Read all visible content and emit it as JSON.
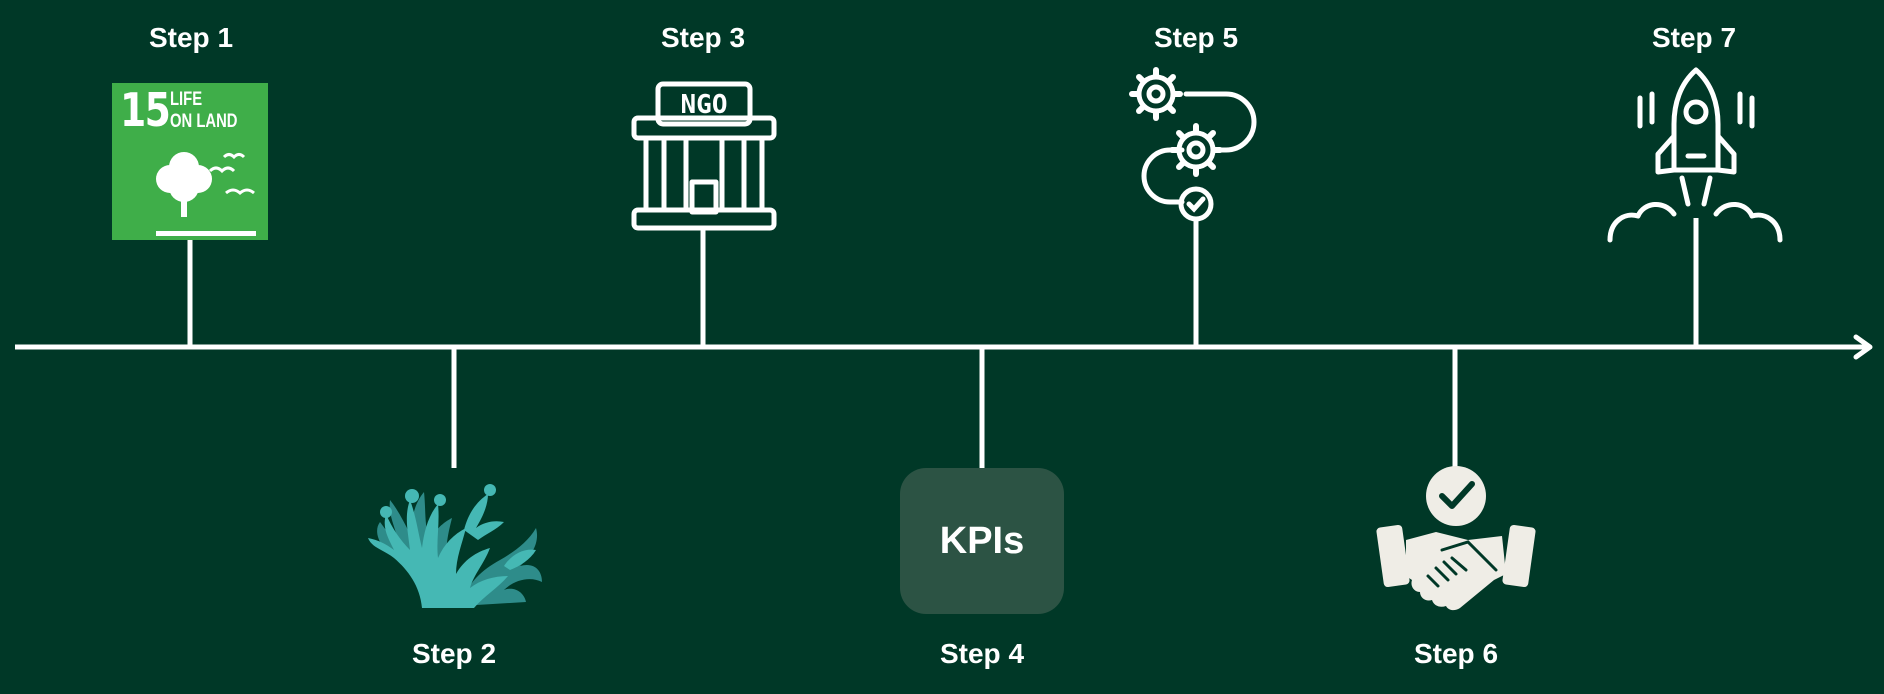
{
  "colors": {
    "background": "#003827",
    "line": "#ffffff",
    "sdg_green": "#3FAE49",
    "kpi_box": "#2C5344",
    "coral_light": "#45B8B4",
    "coral_dark": "#2E8C8A"
  },
  "steps": [
    {
      "label": "Step 1",
      "icon": "sdg-15-life-on-land-icon"
    },
    {
      "label": "Step 2",
      "icon": "coral-icon"
    },
    {
      "label": "Step 3",
      "icon": "ngo-building-icon"
    },
    {
      "label": "Step 4",
      "icon": "kpis-box"
    },
    {
      "label": "Step 5",
      "icon": "process-gears-icon"
    },
    {
      "label": "Step 6",
      "icon": "handshake-check-icon"
    },
    {
      "label": "Step 7",
      "icon": "rocket-launch-icon"
    }
  ],
  "sdg": {
    "number": "15",
    "line1": "LIFE",
    "line2": "ON LAND"
  },
  "ngo_sign": "NGO",
  "kpi_text": "KPIs"
}
